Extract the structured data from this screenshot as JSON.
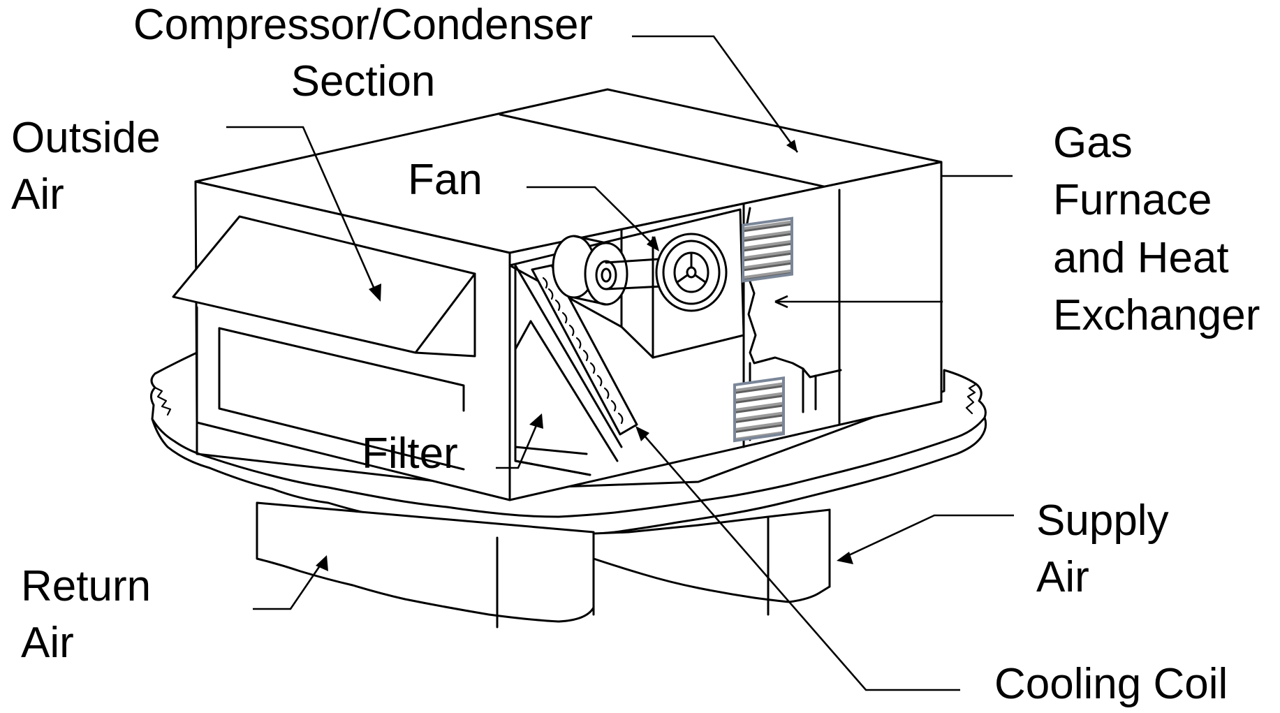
{
  "diagram": {
    "labels": {
      "compressor_condenser": "Compressor/Condenser\nSection",
      "outside_air": "Outside\nAir",
      "fan": "Fan",
      "gas_furnace": "Gas\nFurnace\nand Heat\nExchanger",
      "filter": "Filter",
      "supply_air": "Supply\nAir",
      "return_air": "Return\nAir",
      "cooling_coil": "Cooling Coil"
    },
    "colors": {
      "line": "#000000",
      "louver_frame": "#7a8698",
      "louver_shade": "#9a9a9a",
      "background": "#ffffff"
    }
  }
}
